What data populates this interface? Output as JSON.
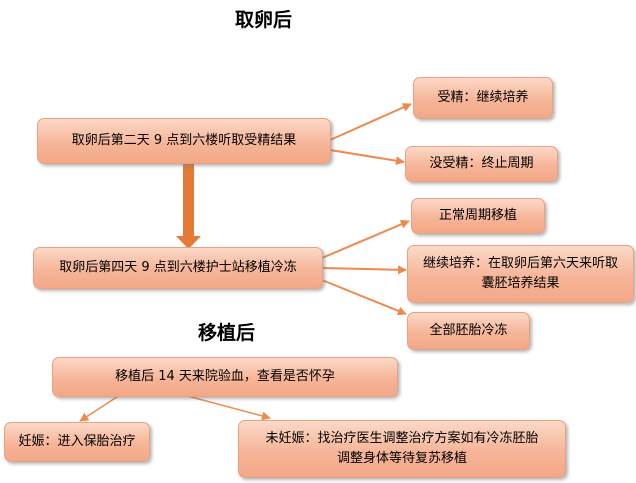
{
  "sections": {
    "retrieval_title": "取卵后",
    "transfer_title": "移植后"
  },
  "nodes": {
    "day2": "取卵后第二天 9 点到六楼听取受精结果",
    "fertilized": "受精：继续培养",
    "not_fertilized": "没受精：终止周期",
    "day4": "取卵后第四天 9 点到六楼护士站移植冷冻",
    "normal_transfer": "正常周期移植",
    "continue_culture": "继续培养：在取卵后第六天来听取囊胚培养结果",
    "freeze_all": "全部胚胎冷冻",
    "blood_test": "移植后 14 天来院验血，查看是否怀孕",
    "pregnant": "妊娠：进入保胎治疗",
    "not_pregnant": "未妊娠：找治疗医生调整治疗方案如有冷冻胚胎调整身体等待复苏移植"
  },
  "colors": {
    "box_top": "#fbd9c8",
    "box_bottom": "#f3a887",
    "arrow": "#ee8a4c"
  }
}
